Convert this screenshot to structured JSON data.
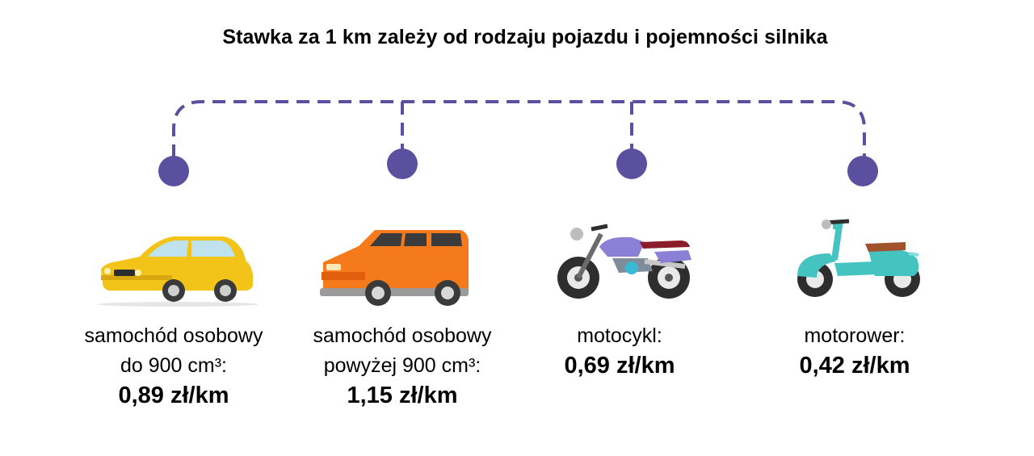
{
  "title": "Stawka za 1 km zależy od rodzaju pojazdu i pojemności silnika",
  "colors": {
    "connector": "#5b4fa0",
    "car_small": "#f2c318",
    "car_large": "#f47a1c",
    "motorcycle": "#8b7fd6",
    "scooter": "#45c3c0"
  },
  "items": [
    {
      "icon": "yellow-car-icon",
      "label_lines": [
        "samochód osobowy",
        "do 900 cm³:"
      ],
      "price": "0,89 zł/km"
    },
    {
      "icon": "orange-suv-icon",
      "label_lines": [
        "samochód osobowy",
        "powyżej 900 cm³:"
      ],
      "price": "1,15 zł/km"
    },
    {
      "icon": "motorcycle-icon",
      "label_lines": [
        "motocykl:"
      ],
      "price": "0,69 zł/km"
    },
    {
      "icon": "scooter-icon",
      "label_lines": [
        "motorower:"
      ],
      "price": "0,42 zł/km"
    }
  ]
}
